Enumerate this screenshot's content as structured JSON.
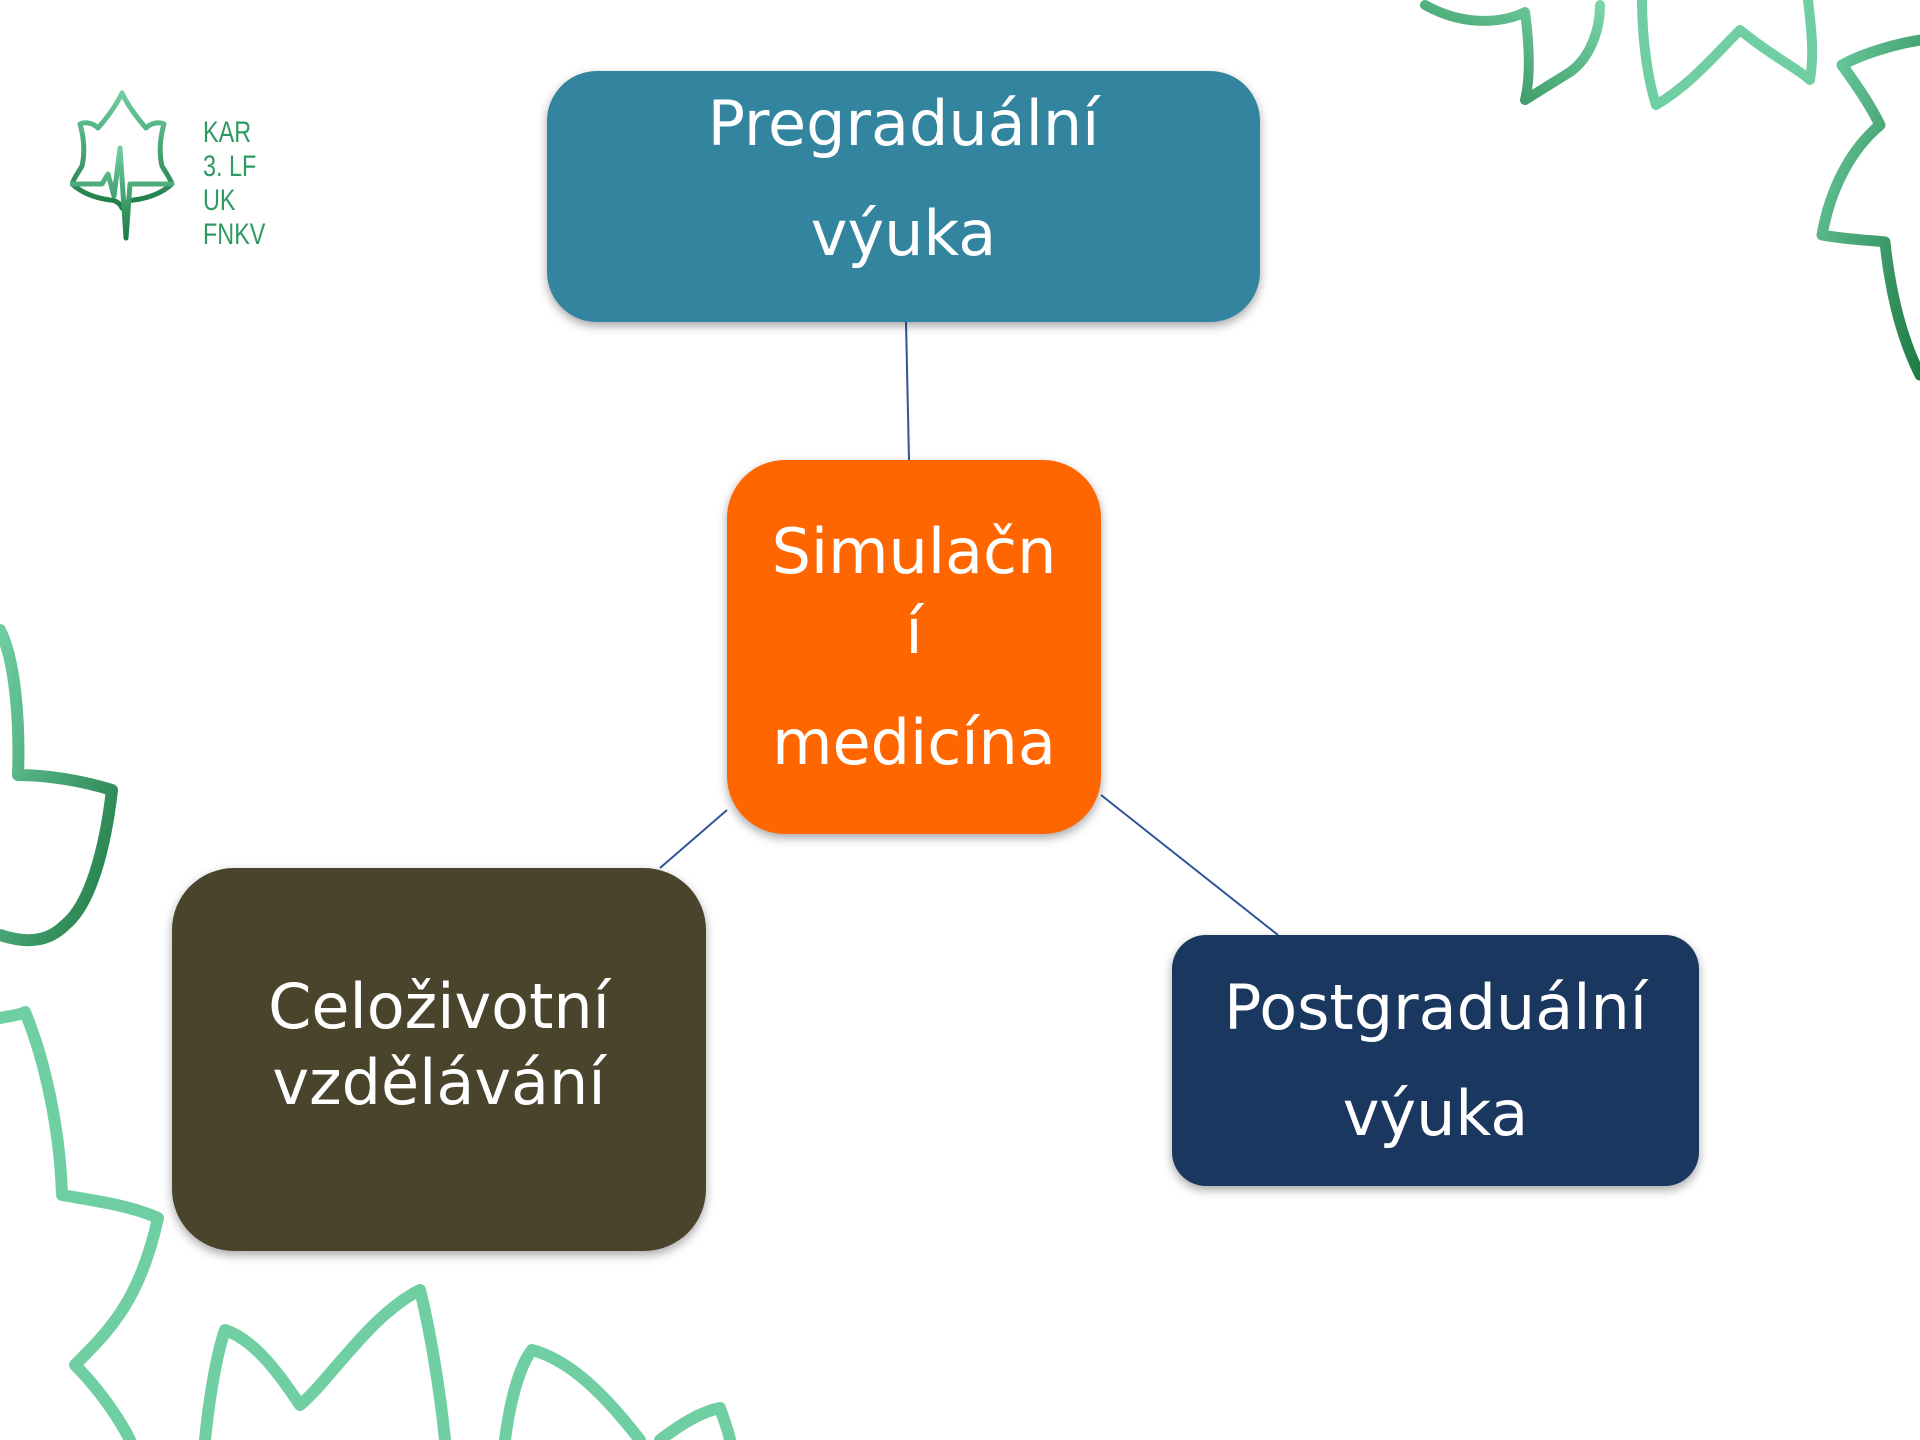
{
  "logo": {
    "lines": [
      "KAR",
      "3. LF UK",
      "FNKV"
    ],
    "color": "#2e9a62"
  },
  "nodes": {
    "pregradualni": {
      "lines": [
        "Pregraduální",
        "výuka"
      ],
      "color": "#32849f"
    },
    "simulacni": {
      "lines": [
        "Simulačn",
        "í",
        "medicína"
      ],
      "color": "#ff6600"
    },
    "celozivotni": {
      "lines": [
        "Celoživotní",
        "vzdělávání"
      ],
      "color": "#4b442d"
    },
    "postgradualni": {
      "lines": [
        "Postgraduální",
        "výuka"
      ],
      "color": "#1a375f"
    }
  },
  "colors": {
    "leaf_light": "#6fcfa2",
    "leaf_dark": "#1f7a45",
    "connector": "#2f5597"
  }
}
